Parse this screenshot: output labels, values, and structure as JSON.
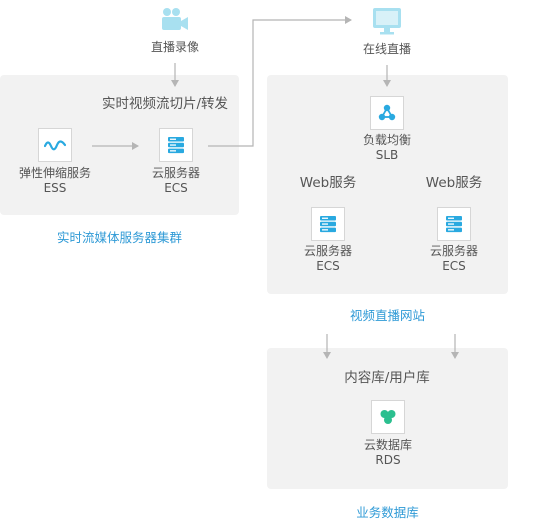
{
  "top": {
    "live_record_label": "直播录像",
    "online_live_label": "在线直播"
  },
  "media_cluster": {
    "group_label": "实时流媒体服务器集群",
    "heading": "实时视频流切片/转发",
    "ess": {
      "name": "弹性伸缩服务",
      "code": "ESS"
    },
    "ecs": {
      "name": "云服务器",
      "code": "ECS"
    }
  },
  "website": {
    "group_label": "视频直播网站",
    "slb": {
      "name": "负载均衡",
      "code": "SLB"
    },
    "web_left": {
      "title": "Web服务",
      "name": "云服务器",
      "code": "ECS"
    },
    "web_right": {
      "title": "Web服务",
      "name": "云服务器",
      "code": "ECS"
    }
  },
  "database": {
    "group_label": "业务数据库",
    "heading": "内容库/用户库",
    "rds": {
      "name": "云数据库",
      "code": "RDS"
    }
  },
  "colors": {
    "accent": "#2f9ad6",
    "icon": "#29a9e0",
    "panel": "#f2f2f2",
    "arrow": "#b5b5b5"
  },
  "icons": [
    "video-camera-icon",
    "monitor-icon",
    "ess-wave-icon",
    "server-icon",
    "slb-node-icon",
    "rds-database-icon"
  ]
}
